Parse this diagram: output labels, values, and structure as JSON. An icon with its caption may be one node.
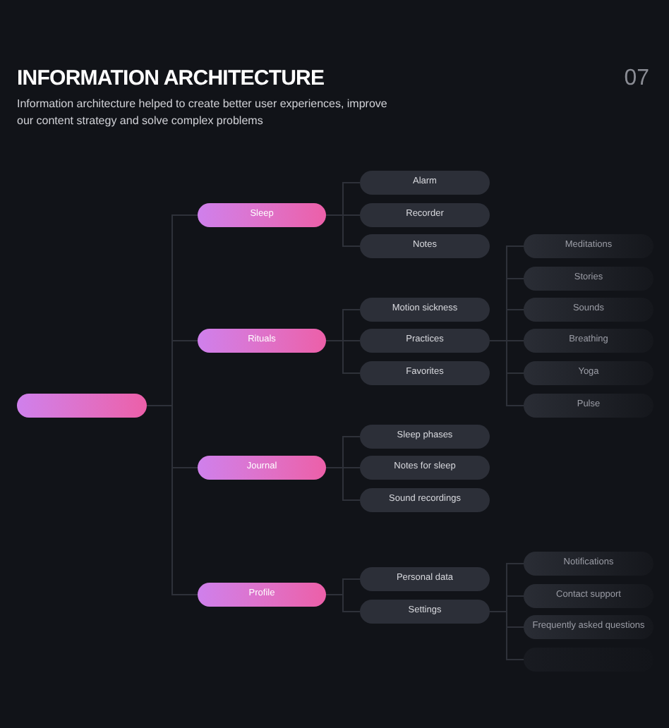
{
  "diagram": {
    "title": "INFORMATION ARCHITECTURE",
    "nodes": [
      {
        "text": [],
        "shape": "box"
      },
      {
        "text": [
          "Sleep"
        ]
      },
      {
        "text": [
          "Alarm"
        ]
      },
      {
        "text": [
          "Recorder"
        ]
      },
      {
        "text": [
          "Notes"
        ]
      },
      {
        "text": [
          "Rituals"
        ]
      },
      {
        "text": [
          "Motion sickness"
        ]
      },
      {
        "text": [
          "Practices"
        ]
      },
      {
        "text": [
          "Meditations"
        ]
      },
      {
        "text": [
          "Stories"
        ]
      },
      {
        "text": [
          "Sounds"
        ]
      },
      {
        "text": [
          "Breathing"
        ]
      },
      {
        "text": [
          "Yoga"
        ]
      },
      {
        "text": [
          "Pulse"
        ]
      },
      {
        "text": [
          "Favorites"
        ]
      },
      {
        "text": [
          "Journal"
        ]
      },
      {
        "text": [
          "Sleep phases"
        ]
      },
      {
        "text": [
          "Notes for sleep"
        ]
      },
      {
        "text": [
          "Sound recordings"
        ]
      },
      {
        "text": [
          "Profile"
        ]
      },
      {
        "text": [
          "Personal data"
        ]
      },
      {
        "text": [
          "Settings"
        ]
      },
      {
        "text": [
          "Notifications"
        ]
      },
      {
        "text": [
          "Contact support"
        ]
      },
      {
        "text": [
          "Frequently asked questions"
        ]
      },
      {
        "text": [],
        "shape": "box"
      }
    ],
    "edges": [
      {
        "from": 0,
        "to": 1,
        "arrow": "none"
      },
      {
        "from": 0,
        "to": 5,
        "arrow": "none"
      },
      {
        "from": 0,
        "to": 15,
        "arrow": "none"
      },
      {
        "from": 0,
        "to": 19,
        "arrow": "none"
      },
      {
        "from": 1,
        "to": 2,
        "arrow": "none"
      },
      {
        "from": 1,
        "to": 3,
        "arrow": "none"
      },
      {
        "from": 1,
        "to": 4,
        "arrow": "none"
      },
      {
        "from": 5,
        "to": 6,
        "arrow": "none"
      },
      {
        "from": 5,
        "to": 7,
        "arrow": "none"
      },
      {
        "from": 5,
        "to": 14,
        "arrow": "none"
      },
      {
        "from": 7,
        "to": 8,
        "arrow": "none"
      },
      {
        "from": 7,
        "to": 9,
        "arrow": "none"
      },
      {
        "from": 7,
        "to": 10,
        "arrow": "none"
      },
      {
        "from": 7,
        "to": 11,
        "arrow": "none"
      },
      {
        "from": 7,
        "to": 12,
        "arrow": "none"
      },
      {
        "from": 7,
        "to": 13,
        "arrow": "none"
      },
      {
        "from": 15,
        "to": 16,
        "arrow": "none"
      },
      {
        "from": 15,
        "to": 17,
        "arrow": "none"
      },
      {
        "from": 15,
        "to": 18,
        "arrow": "none"
      },
      {
        "from": 19,
        "to": 20,
        "arrow": "none"
      },
      {
        "from": 19,
        "to": 21,
        "arrow": "none"
      },
      {
        "from": 21,
        "to": 22,
        "arrow": "none"
      },
      {
        "from": 21,
        "to": 23,
        "arrow": "none"
      },
      {
        "from": 21,
        "to": 24,
        "arrow": "none"
      },
      {
        "from": 21,
        "to": 25,
        "arrow": "none"
      }
    ],
    "labels": [
      "07",
      "Information architecture helped to create better user experiences, improve our content strategy and solve complex problems"
    ]
  }
}
